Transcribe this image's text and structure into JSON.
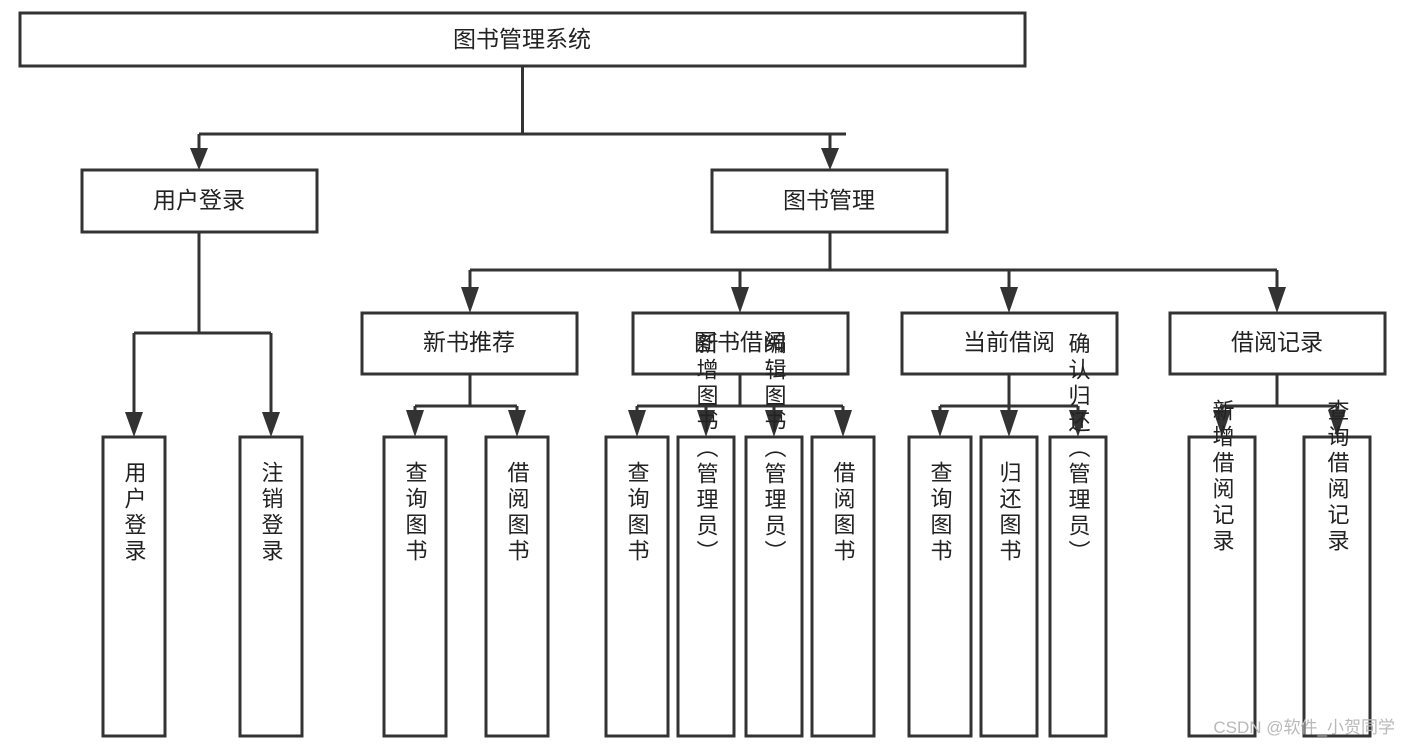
{
  "diagram": {
    "title": "图书管理系统",
    "type": "hierarchy-tree",
    "orientation": "top-down",
    "levels": 4,
    "root": {
      "id": "root",
      "label": "图书管理系统",
      "text_direction": "horizontal"
    },
    "level2": [
      {
        "id": "user-login",
        "label": "用户登录",
        "text_direction": "horizontal"
      },
      {
        "id": "book-manage",
        "label": "图书管理",
        "text_direction": "horizontal"
      }
    ],
    "level3": [
      {
        "id": "new-book-recommend",
        "label": "新书推荐",
        "parent": "book-manage",
        "text_direction": "horizontal"
      },
      {
        "id": "book-borrow",
        "label": "图书借阅",
        "parent": "book-manage",
        "text_direction": "horizontal"
      },
      {
        "id": "current-borrow",
        "label": "当前借阅",
        "parent": "book-manage",
        "text_direction": "horizontal"
      },
      {
        "id": "borrow-record",
        "label": "借阅记录",
        "parent": "book-manage",
        "text_direction": "horizontal"
      }
    ],
    "leaves": [
      {
        "id": "leaf-user-login",
        "label": "用户登录",
        "parent": "user-login",
        "text_direction": "vertical"
      },
      {
        "id": "leaf-user-logout",
        "label": "注销登录",
        "parent": "user-login",
        "text_direction": "vertical"
      },
      {
        "id": "leaf-query-book-rec",
        "label": "查询图书",
        "parent": "new-book-recommend",
        "text_direction": "vertical"
      },
      {
        "id": "leaf-borrow-book-rec",
        "label": "借阅图书",
        "parent": "new-book-recommend",
        "text_direction": "vertical"
      },
      {
        "id": "leaf-query-book-bor",
        "label": "查询图书",
        "parent": "book-borrow",
        "text_direction": "vertical"
      },
      {
        "id": "leaf-add-book-admin",
        "label": "新增图书（管理员）",
        "parent": "book-borrow",
        "text_direction": "vertical"
      },
      {
        "id": "leaf-edit-book-admin",
        "label": "编辑图书（管理员）",
        "parent": "book-borrow",
        "text_direction": "vertical"
      },
      {
        "id": "leaf-borrow-book-bor",
        "label": "借阅图书",
        "parent": "book-borrow",
        "text_direction": "vertical"
      },
      {
        "id": "leaf-query-book-cur",
        "label": "查询图书",
        "parent": "current-borrow",
        "text_direction": "vertical"
      },
      {
        "id": "leaf-return-book",
        "label": "归还图书",
        "parent": "current-borrow",
        "text_direction": "vertical"
      },
      {
        "id": "leaf-confirm-return-admin",
        "label": "确认归还（管理员）",
        "parent": "current-borrow",
        "text_direction": "vertical"
      },
      {
        "id": "leaf-add-borrow-record",
        "label": "新增借阅记录",
        "parent": "borrow-record",
        "text_direction": "vertical"
      },
      {
        "id": "leaf-query-borrow-record",
        "label": "查询借阅记录",
        "parent": "borrow-record",
        "text_direction": "vertical"
      }
    ]
  },
  "watermark": {
    "text": "CSDN @软件_小贺同学"
  },
  "colors": {
    "background": "#ffffff",
    "box_fill": "#ffffff",
    "box_stroke": "#333333",
    "text": "#222222",
    "watermark": "#b9b9b9"
  }
}
